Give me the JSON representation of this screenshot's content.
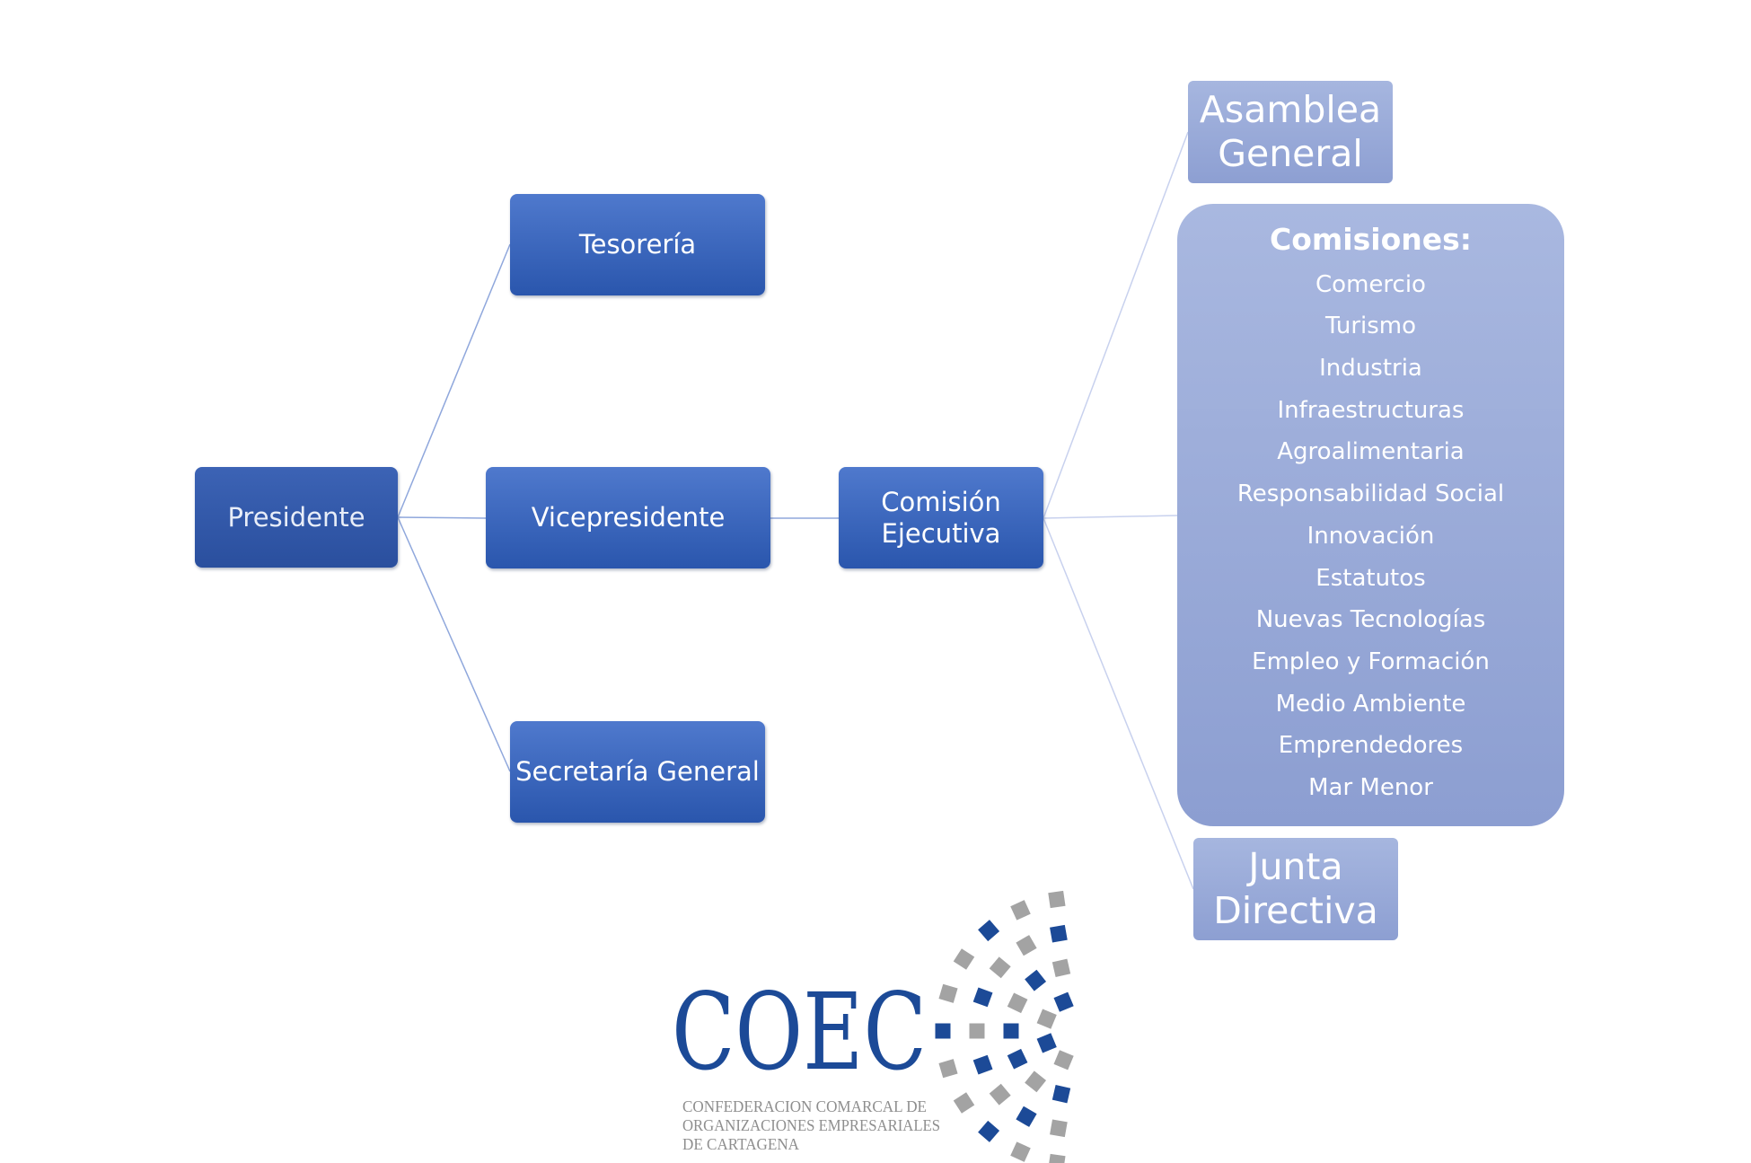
{
  "org_chart": {
    "presidente": "Presidente",
    "tesoreria": "Tesorería",
    "vicepresidente": "Vicepresidente",
    "secretaria_general": "Secretaría General",
    "comision_ejecutiva_line1": "Comisión",
    "comision_ejecutiva_line2": "Ejecutiva",
    "asamblea_general_line1": "Asamblea",
    "asamblea_general_line2": "General",
    "junta_directiva_line1": "Junta",
    "junta_directiva_line2": "Directiva",
    "comisiones": {
      "title": "Comisiones:",
      "items": [
        "Comercio",
        "Turismo",
        "Industria",
        "Infraestructuras",
        "Agroalimentaria",
        "Responsabilidad Social",
        "Innovación",
        "Estatutos",
        "Nuevas Tecnologías",
        "Empleo y Formación",
        "Medio Ambiente",
        "Emprendedores",
        "Mar Menor"
      ]
    }
  },
  "logo": {
    "wordmark": "COEC",
    "subtitle_line1": "CONFEDERACION COMARCAL DE",
    "subtitle_line2": "ORGANIZACIONES EMPRESARIALES",
    "subtitle_line3": "DE CARTAGENA",
    "colors": {
      "blue": "#1c4a97",
      "gray": "#a3a3a3"
    }
  },
  "colors": {
    "node_dark": "#2f5bb0",
    "node_light": "#99aad7",
    "connector": "#8fa7dc"
  }
}
